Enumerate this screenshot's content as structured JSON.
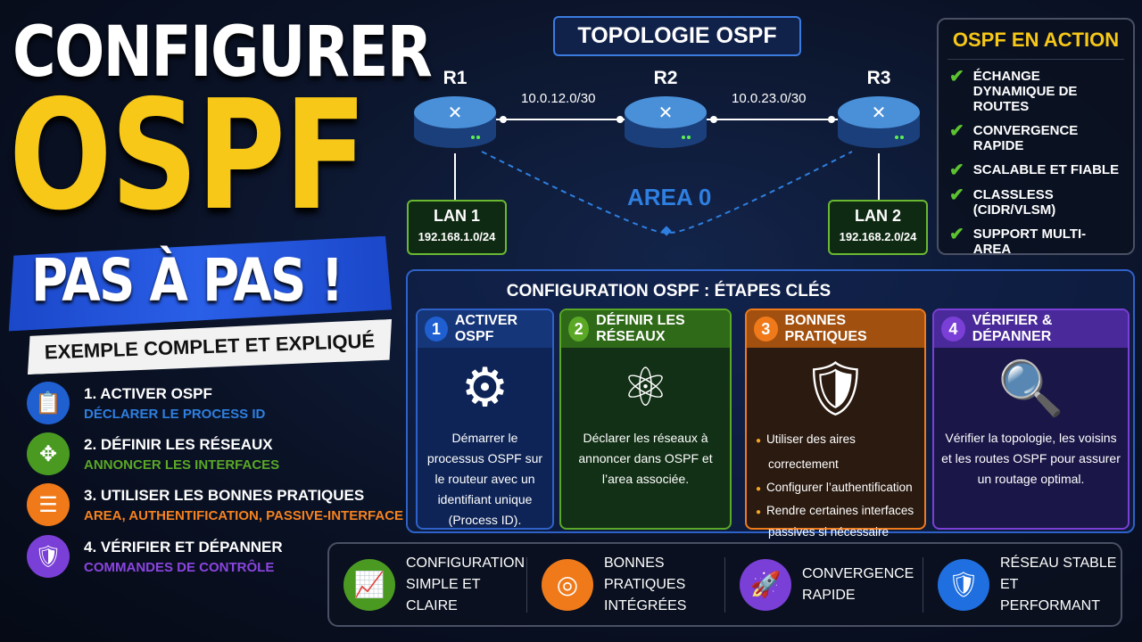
{
  "hero": {
    "line1": "CONFIGURER",
    "line2": "OSPF",
    "line3": "PAS À PAS !",
    "subtitle": "EXEMPLE COMPLET ET EXPLIQUÉ"
  },
  "steps": [
    {
      "title": "1. ACTIVER OSPF",
      "detail": "DÉCLARER LE PROCESS ID",
      "color": "#2e7fe0",
      "icon": "clipboard-icon"
    },
    {
      "title": "2. DÉFINIR LES RÉSEAUX",
      "detail": "ANNONCER LES INTERFACES",
      "color": "#5aa826",
      "icon": "network-icon"
    },
    {
      "title": "3. UTILISER LES BONNES PRATIQUES",
      "detail": "AREA, AUTHENTIFICATION, PASSIVE-INTERFACE",
      "color": "#f58220",
      "icon": "filter-icon"
    },
    {
      "title": "4. VÉRIFIER ET DÉPANNER",
      "detail": "COMMANDES DE CONTRÔLE",
      "color": "#8a45e0",
      "icon": "shield-check-icon"
    }
  ],
  "topology": {
    "title": "TOPOLOGIE OSPF",
    "routers": [
      "R1",
      "R2",
      "R3"
    ],
    "links": [
      "10.0.12.0/30",
      "10.0.23.0/30"
    ],
    "area": "AREA 0",
    "lans": [
      {
        "name": "LAN 1",
        "ip": "192.168.1.0/24"
      },
      {
        "name": "LAN 2",
        "ip": "192.168.2.0/24"
      }
    ]
  },
  "action": {
    "title": "OSPF EN ACTION",
    "items": [
      "ÉCHANGE DYNAMIQUE DE ROUTES",
      "CONVERGENCE RAPIDE",
      "SCALABLE ET FIABLE",
      "CLASSLESS (CIDR/VLSM)",
      "SUPPORT MULTI-AREA"
    ]
  },
  "config": {
    "title": "CONFIGURATION OSPF : ÉTAPES CLÉS",
    "cards": [
      {
        "num": "1",
        "title": "ACTIVER OSPF",
        "text": "Démarrer le processus OSPF sur le routeur avec un identifiant unique (Process ID)."
      },
      {
        "num": "2",
        "title": "DÉFINIR LES RÉSEAUX",
        "text": "Déclarer les réseaux à annoncer dans OSPF et l’area associée."
      },
      {
        "num": "3",
        "title": "BONNES PRATIQUES",
        "bullets": [
          "Utiliser des aires correctement",
          "Configurer l’authentification",
          "Rendre certaines interfaces passives si nécessaire"
        ]
      },
      {
        "num": "4",
        "title": "VÉRIFIER & DÉPANNER",
        "text": "Vérifier la topologie, les voisins et les routes OSPF pour assurer un routage optimal."
      }
    ]
  },
  "benefits": [
    {
      "label": "CONFIGURATION SIMPLE ET CLAIRE",
      "color": "#4a9a22",
      "icon": "chart-up-icon"
    },
    {
      "label": "BONNES PRATIQUES INTÉGRÉES",
      "color": "#f07a1a",
      "icon": "target-icon"
    },
    {
      "label": "CONVERGENCE RAPIDE",
      "color": "#7a3fd6",
      "icon": "rocket-icon"
    },
    {
      "label": "RÉSEAU STABLE ET PERFORMANT",
      "color": "#1f6fe0",
      "icon": "shield-check-icon"
    }
  ]
}
